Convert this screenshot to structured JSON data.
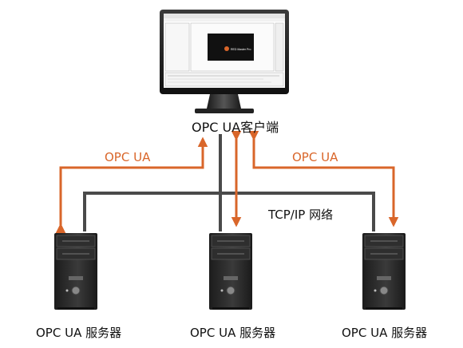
{
  "client": {
    "label": "OPC UA客户端"
  },
  "network": {
    "label": "TCP/IP 网络"
  },
  "protocol": {
    "left_label": "OPC UA",
    "right_label": "OPC UA"
  },
  "servers": [
    {
      "label": "OPC UA 服务器"
    },
    {
      "label": "OPC UA 服务器"
    },
    {
      "label": "OPC UA 服务器"
    }
  ],
  "colors": {
    "arrow": "#d9662a",
    "network_line": "#4a4a4a",
    "chassis": "#2b2b2b"
  },
  "screen": {
    "app_title": "RED Master Pro"
  }
}
